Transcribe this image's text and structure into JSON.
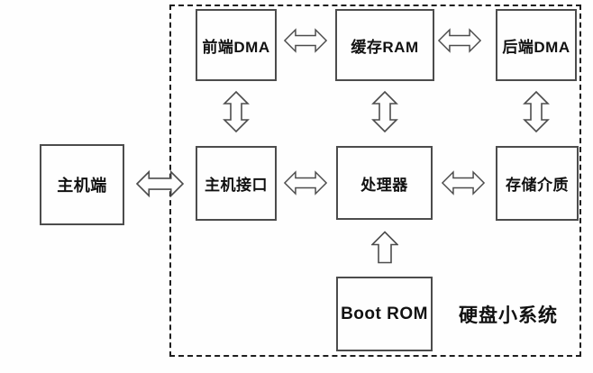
{
  "diagram": {
    "system_label": "硬盘小系统",
    "nodes": {
      "host": "主机端",
      "front_dma": "前端DMA",
      "cache_ram": "缓存RAM",
      "back_dma": "后端DMA",
      "host_interface": "主机接口",
      "processor": "处理器",
      "storage_media": "存储介质",
      "boot_rom": "Boot ROM"
    },
    "connections": [
      {
        "from": "主机端",
        "to": "主机接口",
        "type": "bidirectional"
      },
      {
        "from": "前端DMA",
        "to": "缓存RAM",
        "type": "bidirectional"
      },
      {
        "from": "缓存RAM",
        "to": "后端DMA",
        "type": "bidirectional"
      },
      {
        "from": "前端DMA",
        "to": "主机接口",
        "type": "bidirectional"
      },
      {
        "from": "缓存RAM",
        "to": "处理器",
        "type": "bidirectional"
      },
      {
        "from": "后端DMA",
        "to": "存储介质",
        "type": "bidirectional"
      },
      {
        "from": "主机接口",
        "to": "处理器",
        "type": "bidirectional"
      },
      {
        "from": "处理器",
        "to": "存储介质",
        "type": "bidirectional"
      },
      {
        "from": "Boot ROM",
        "to": "处理器",
        "type": "unidirectional"
      }
    ],
    "colors": {
      "line": "#4c4c4c",
      "dashed_border": "#1e1e1e",
      "text": "#111111",
      "background": "#fefefe"
    }
  }
}
